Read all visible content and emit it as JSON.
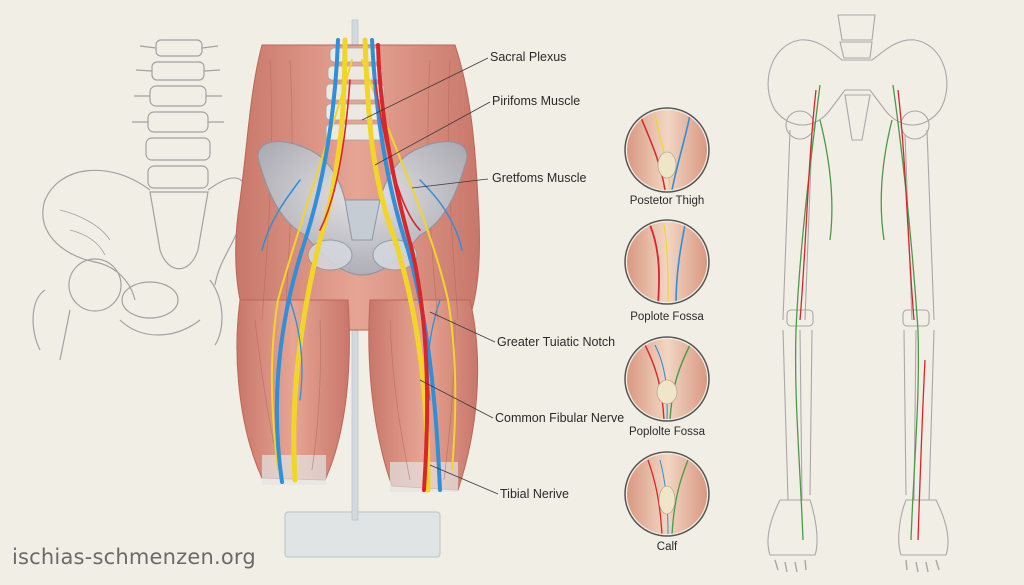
{
  "labels": {
    "sacral_plexus": "Sacral Plexus",
    "piriformis": "Pirifoms Muscle",
    "gemellus": "Gretfoms Muscle",
    "sciatic_notch": "Greater Tuiatic Notch",
    "common_fibular": "Common Fibular Nerve",
    "tibial": "Tibial Nerive"
  },
  "insets": [
    {
      "caption": "Postetor Thigh"
    },
    {
      "caption": "Poplote Fossa"
    },
    {
      "caption": "Poplolte Fossa"
    },
    {
      "caption": "Calf"
    }
  ],
  "watermark": "ischias-schmenzen.org",
  "colors": {
    "background": "#f1eee5",
    "muscle": "#d9907f",
    "bone": "#c7ccd3",
    "nerve_yellow": "#f2d52a",
    "nerve_blue": "#2f8fd8",
    "artery_red": "#d8262c",
    "nerve_green": "#4a9a4a",
    "sketch_line": "#9c9c9c"
  }
}
